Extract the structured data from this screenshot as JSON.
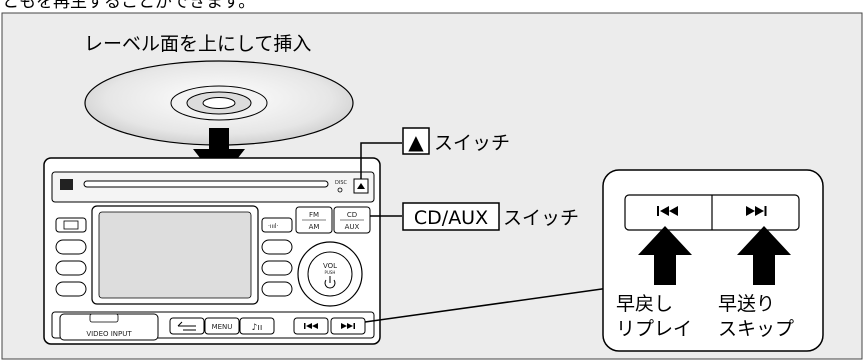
{
  "top_text": "ともを再生することができます。",
  "insert_label": "レーベル面を上にして挿入",
  "eject_switch": {
    "symbol": "▲",
    "label": "スイッチ"
  },
  "cdaux_switch": {
    "box": "CD/AUX",
    "label": "スイッチ"
  },
  "callout": {
    "left": {
      "line1": "早戻し",
      "line2": "リプレイ"
    },
    "right": {
      "line1": "早送り",
      "line2": "スキップ"
    }
  },
  "unit": {
    "fm": "FM",
    "am": "AM",
    "cd": "CD",
    "aux": "AUX",
    "vol": "VOL",
    "push": "PUSH",
    "disc": "DISC",
    "menu": "MENU",
    "video_input": "VIDEO INPUT"
  },
  "colors": {
    "background": "#ececec",
    "line": "#000000",
    "arrow": "#000000"
  }
}
